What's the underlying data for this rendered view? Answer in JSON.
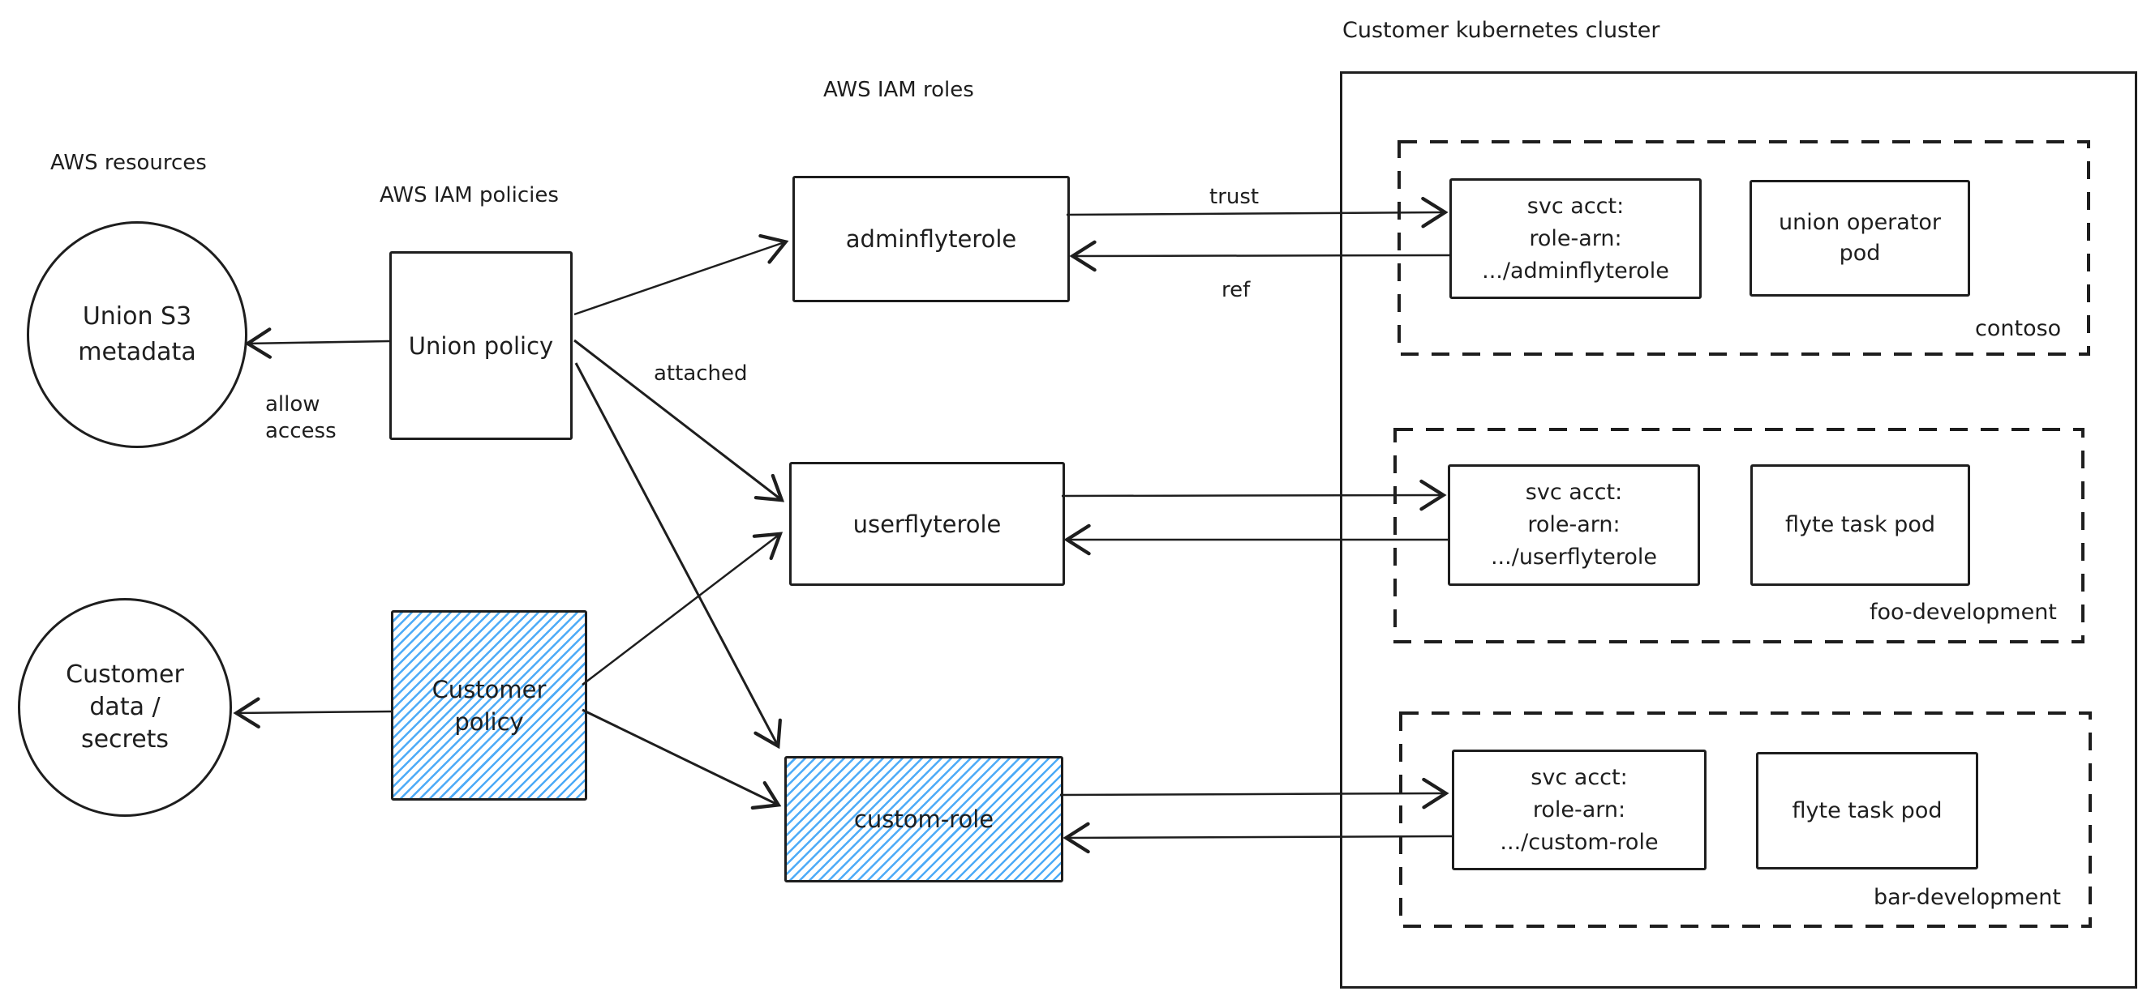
{
  "colors": {
    "stroke": "#1e1e1e",
    "hachure_blue": "#4dabf7"
  },
  "labels": {
    "aws_resources": "AWS resources",
    "aws_iam_policies": "AWS IAM policies",
    "aws_iam_roles": "AWS IAM roles",
    "cluster_title": "Customer kubernetes cluster",
    "allow_access": [
      "allow",
      "access"
    ],
    "attached": "attached",
    "trust": "trust",
    "ref": "ref"
  },
  "aws": {
    "union_s3": {
      "lines": [
        "Union S3",
        "metadata"
      ]
    },
    "customer_data": {
      "lines": [
        "Customer",
        "data /",
        "secrets"
      ]
    },
    "union_policy": {
      "label": "Union policy"
    },
    "customer_policy": {
      "lines": [
        "Customer",
        "policy"
      ]
    },
    "roles": {
      "admin": "adminflyterole",
      "user": "userflyterole",
      "custom": "custom-role"
    }
  },
  "cluster": {
    "namespaces": [
      {
        "name": "contoso",
        "svc_acct": [
          "svc acct:",
          "role-arn:",
          ".../adminflyterole"
        ],
        "pod": [
          "union operator",
          "pod"
        ]
      },
      {
        "name": "foo-development",
        "svc_acct": [
          "svc acct:",
          "role-arn:",
          ".../userflyterole"
        ],
        "pod": [
          "flyte task pod"
        ]
      },
      {
        "name": "bar-development",
        "svc_acct": [
          "svc acct:",
          "role-arn:",
          ".../custom-role"
        ],
        "pod": [
          "flyte task pod"
        ]
      }
    ]
  }
}
